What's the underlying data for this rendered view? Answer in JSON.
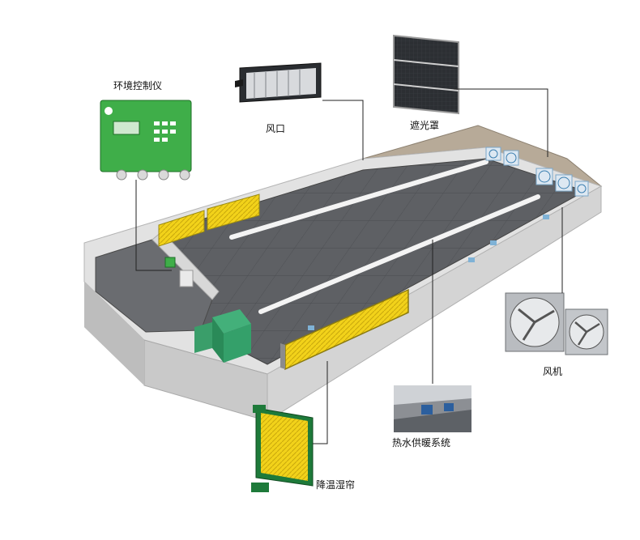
{
  "labels": {
    "controller": "环境控制仪",
    "air_inlet": "风口",
    "light_trap": "遮光罩",
    "fan": "风机",
    "hot_water": "热水供暖系统",
    "cooling_pad": "降温湿帘"
  },
  "colors": {
    "floor": "#5b5d61",
    "wall_face": "#c9c9c9",
    "wall_top": "#e2e2e2",
    "pad_yellow": "#f2d21a",
    "controller_green": "#3fae49",
    "boiler_green": "#2f9a63",
    "roof": "#b7aa98"
  }
}
